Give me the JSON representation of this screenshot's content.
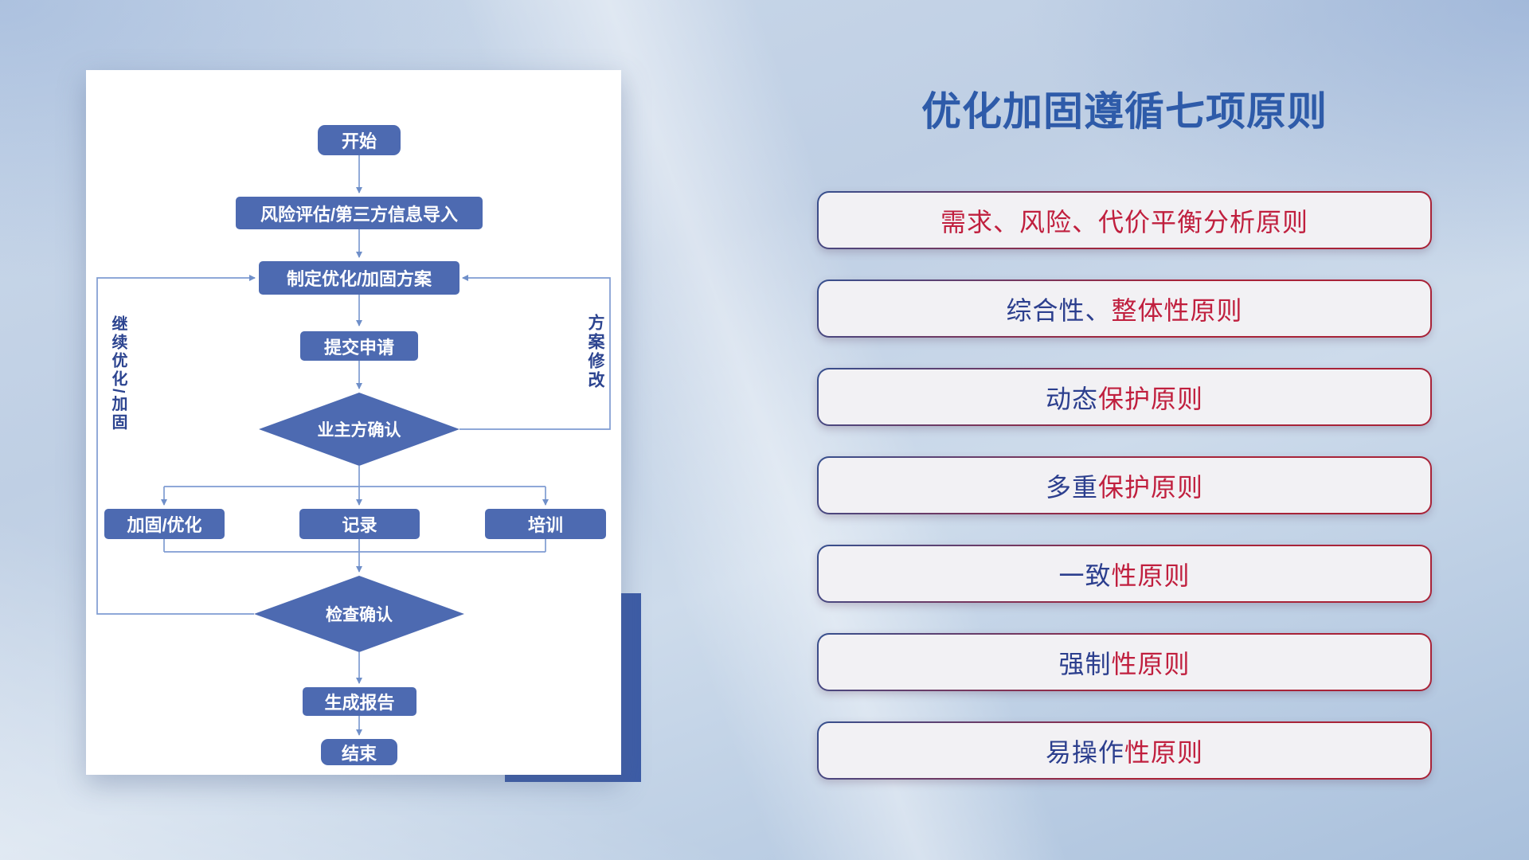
{
  "title": "优化加固遵循七项原则",
  "flowchart": {
    "nodes": {
      "start": "开始",
      "risk_import": "风险评估/第三方信息导入",
      "make_plan": "制定优化/加固方案",
      "submit": "提交申请",
      "owner_confirm": "业主方确认",
      "harden": "加固/优化",
      "record": "记录",
      "training": "培训",
      "check_confirm": "检查确认",
      "report": "生成报告",
      "end": "结束"
    },
    "loop_labels": {
      "left": "继续优化/加固",
      "right": "方案修改"
    }
  },
  "principles": [
    {
      "blue": "",
      "red": "需求、风险、代价平衡分析原则"
    },
    {
      "blue": "综合性、",
      "red": "整体性原则"
    },
    {
      "blue": "动态",
      "red": "保护原则"
    },
    {
      "blue": "多重",
      "red": "保护原则"
    },
    {
      "blue": "一致",
      "red": "性原则"
    },
    {
      "blue": "强制",
      "red": "性原则"
    },
    {
      "blue": "易操作",
      "red": "性原则"
    }
  ],
  "colors": {
    "title_blue": "#2e5ba9",
    "node_blue": "#4d6ab1",
    "line_blue": "#7f9cd2",
    "label_navy": "#2c4490",
    "principle_red": "#c01f3e",
    "principle_blue": "#2c3f8e",
    "border_red": "#a82338",
    "border_blue": "#36508f",
    "accent_rect": "#3d5ca6"
  }
}
